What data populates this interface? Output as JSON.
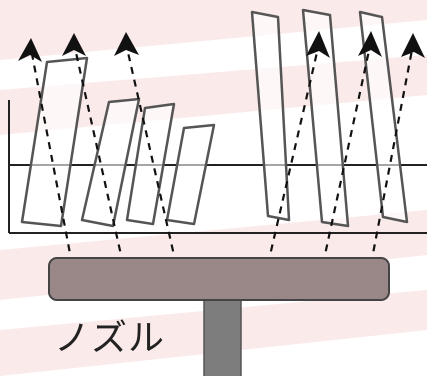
{
  "label": "ノズル",
  "colors": {
    "background_stripe": "#fbeaea",
    "line": "#222222",
    "plate_stroke": "#555555",
    "nozzle_fill": "#9a8787",
    "stem_fill": "#7d7d7d",
    "arrow": "#111111"
  },
  "plate_groups": [
    {
      "name": "left-group",
      "count": 4
    },
    {
      "name": "right-group",
      "count": 3
    }
  ],
  "spray_jets": {
    "count": 6,
    "line_style": "dashed",
    "head": "arrow"
  }
}
